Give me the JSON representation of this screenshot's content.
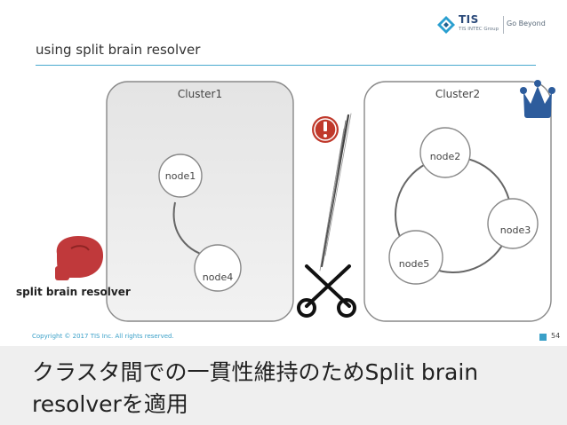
{
  "logo": {
    "name": "TIS",
    "group": "TIS INTEC Group",
    "tagline": "Go Beyond"
  },
  "slide": {
    "heading": "using split brain resolver",
    "copyright": "Copyright © 2017 TIS Inc. All rights reserved.",
    "page_number": "54"
  },
  "diagram": {
    "clusters": [
      {
        "label": "Cluster1",
        "nodes": [
          "node1",
          "node4"
        ]
      },
      {
        "label": "Cluster2",
        "nodes": [
          "node2",
          "node3",
          "node5"
        ]
      }
    ],
    "resolver_label": "split brain resolver",
    "icons": [
      "warning-icon",
      "crown-icon",
      "boxing-glove-icon",
      "scissors-icon"
    ],
    "colors": {
      "accent": "#49a9cf",
      "warning": "#c0392b",
      "crown": "#2d5c9c",
      "glove": "#c0393b"
    }
  },
  "caption": {
    "line1": "クラスタ間での一貫性維持のためSplit brain",
    "line2": "resolverを適用"
  }
}
